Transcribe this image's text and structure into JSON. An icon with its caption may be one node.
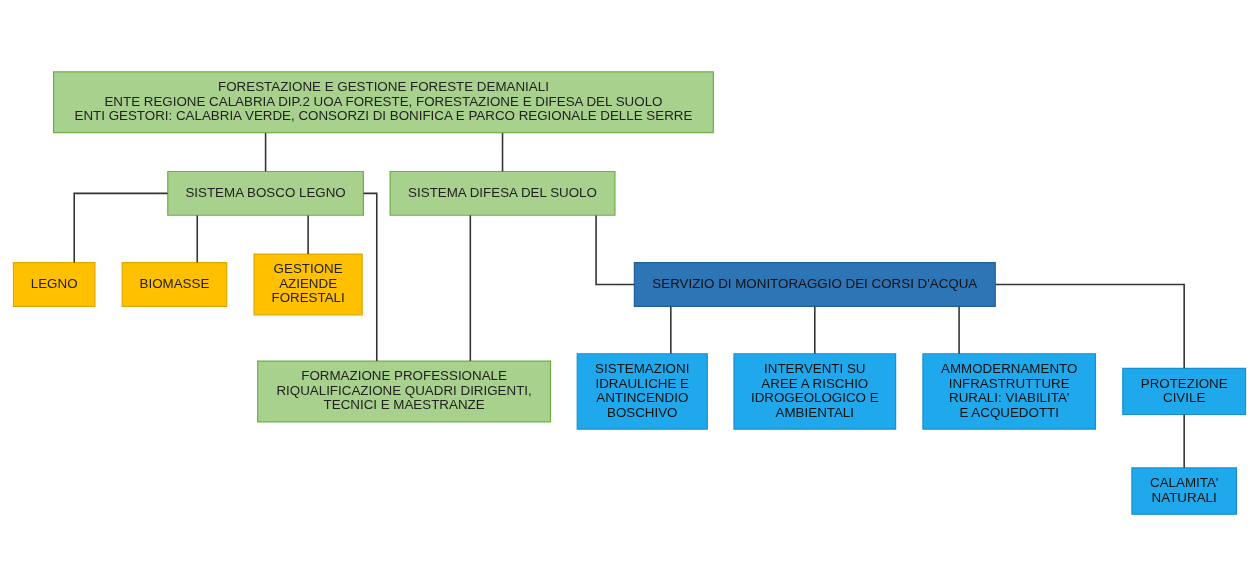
{
  "diagram": {
    "nodes": [
      {
        "text": [
          "FORESTAZIONE E GESTIONE FORESTE DEMANIALI",
          "ENTE REGIONE CALABRIA DIP.2 UOA FORESTE, FORESTAZIONE E DIFESA DEL SUOLO",
          "ENTI GESTORI: CALABRIA VERDE, CONSORZI DI BONIFICA E PARCO REGIONALE DELLE SERRE"
        ]
      },
      {
        "text": [
          "SISTEMA BOSCO LEGNO"
        ]
      },
      {
        "text": [
          "SISTEMA DIFESA DEL SUOLO"
        ]
      },
      {
        "text": [
          "LEGNO"
        ]
      },
      {
        "text": [
          "BIOMASSE"
        ]
      },
      {
        "text": [
          "GESTIONE AZIENDE FORESTALI"
        ]
      },
      {
        "text": [
          "FORMAZIONE PROFESSIONALE",
          "RIQUALIFICAZIONE QUADRI DIRIGENTI, TECNICI E MAESTRANZE"
        ]
      },
      {
        "text": [
          "SERVIZIO DI MONITORAGGIO DEI CORSI D'ACQUA"
        ]
      },
      {
        "text": [
          "SISTEMAZIONI IDRAULICHE E ANTINCENDIO BOSCHIVO"
        ]
      },
      {
        "text": [
          "INTERVENTI SU AREE A RISCHIO IDROGEOLOGICO E AMBIENTALI"
        ]
      },
      {
        "text": [
          "AMMODERNAMENTO INFRASTRUTTURE RURALI: VIABILITA' E ACQUEDOTTI"
        ]
      },
      {
        "text": [
          "PROTEZIONE CIVILE"
        ]
      },
      {
        "text": [
          "CALAMITA' NATURALI"
        ]
      }
    ],
    "edges": [
      {
        "from": 0,
        "to": 1,
        "arrow": "none"
      },
      {
        "from": 0,
        "to": 2,
        "arrow": "none"
      },
      {
        "from": 1,
        "to": 3,
        "arrow": "none"
      },
      {
        "from": 1,
        "to": 4,
        "arrow": "none"
      },
      {
        "from": 1,
        "to": 5,
        "arrow": "none"
      },
      {
        "from": 1,
        "to": 6,
        "arrow": "none"
      },
      {
        "from": 2,
        "to": 6,
        "arrow": "none"
      },
      {
        "from": 2,
        "to": 7,
        "arrow": "none"
      },
      {
        "from": 7,
        "to": 8,
        "arrow": "none"
      },
      {
        "from": 7,
        "to": 9,
        "arrow": "none"
      },
      {
        "from": 7,
        "to": 10,
        "arrow": "none"
      },
      {
        "from": 7,
        "to": 11,
        "arrow": "none"
      },
      {
        "from": 11,
        "to": 12,
        "arrow": "none"
      }
    ]
  }
}
